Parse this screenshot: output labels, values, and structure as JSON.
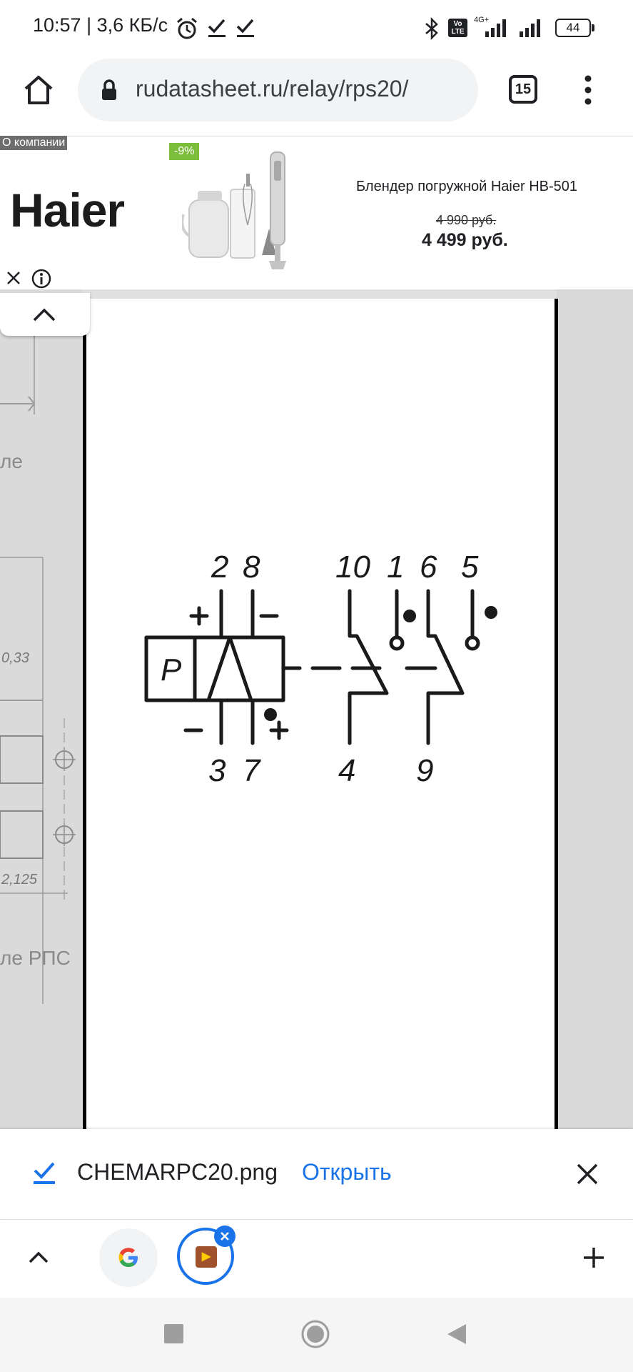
{
  "status_bar": {
    "time_and_speed": "10:57 | 3,6 КБ/с",
    "network_label": "4G+",
    "volte_label": "Vo LTE",
    "battery_level": "44"
  },
  "browser": {
    "url": "rudatasheet.ru/relay/rps20/",
    "tab_count": "15"
  },
  "ad": {
    "company_link": "О компании",
    "brand": "Haier",
    "discount": "-9%",
    "product_name": "Блендер погружной Haier HB-501",
    "old_price": "4 990 руб.",
    "new_price": "4 499 руб."
  },
  "side_page": {
    "text_1": "ле",
    "dim_1": "0,33",
    "dim_2": "2,125",
    "text_2": "ле РПС"
  },
  "schematic": {
    "top_terminals": [
      "2",
      "8",
      "10",
      "1",
      "6",
      "5"
    ],
    "bottom_terminals": [
      "3",
      "7",
      "4",
      "9"
    ],
    "coil_label": "P",
    "plus_top": "+",
    "minus_top": "−",
    "minus_bottom": "−",
    "plus_bottom": "+"
  },
  "download": {
    "filename": "CHEMARPC20.png",
    "open_label": "Открыть"
  },
  "icons": [
    "home-icon",
    "lock-icon",
    "tabs-icon",
    "menu-icon",
    "close-icon",
    "info-icon",
    "chevron-up-icon",
    "download-done-icon",
    "google-icon",
    "plus-icon",
    "nav-recents-icon",
    "nav-home-icon",
    "nav-back-icon"
  ]
}
